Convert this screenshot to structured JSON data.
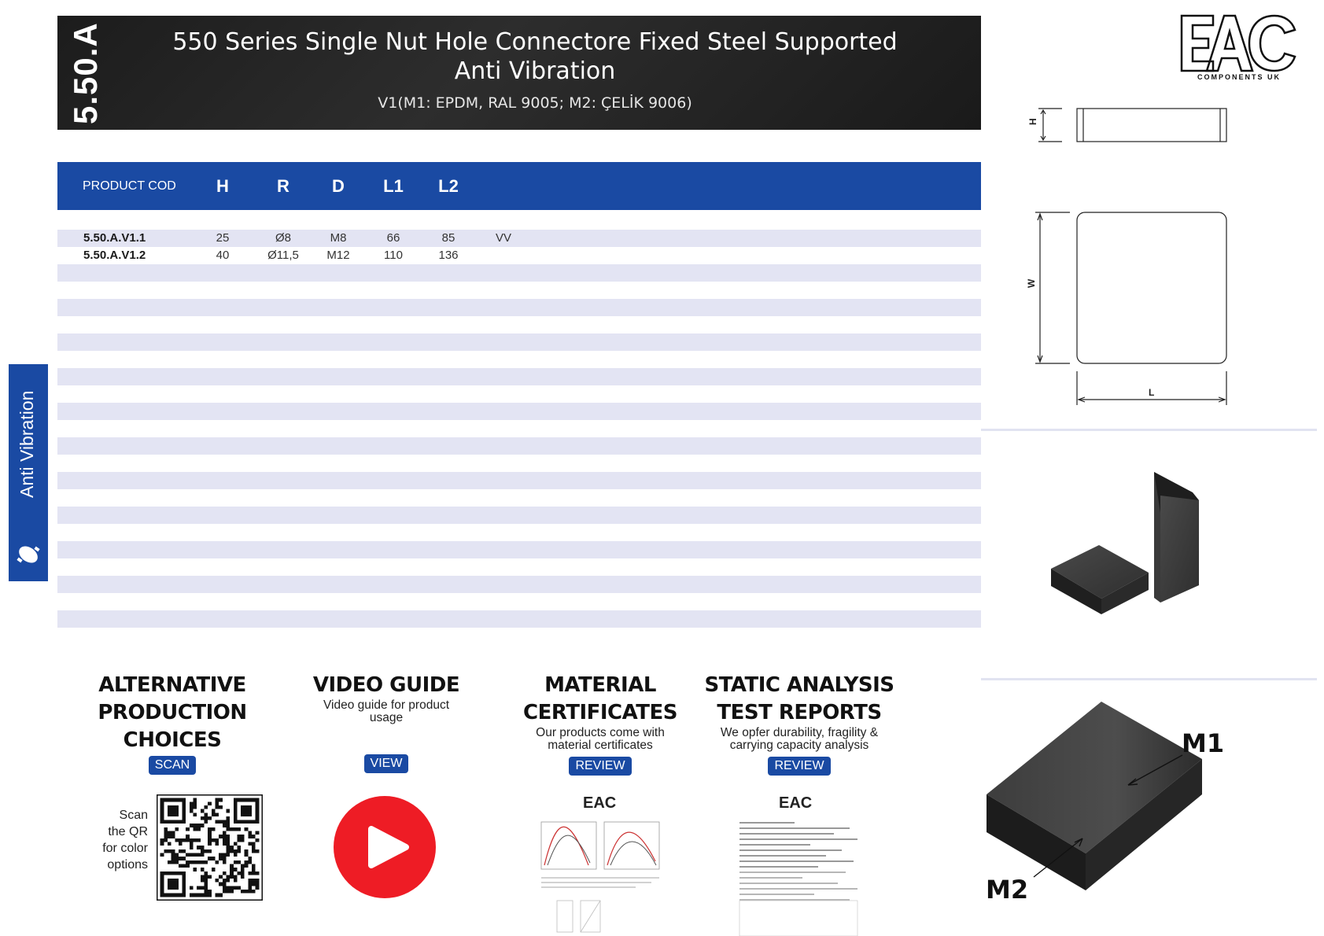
{
  "header": {
    "code": "5.50.A",
    "title_line1": "550 Series Single Nut Hole Connectore Fixed Steel Supported",
    "title_line2": "Anti Vibration",
    "subtitle": "V1(M1: EPDM, RAL 9005; M2: ÇELİK 9006)"
  },
  "logo": {
    "text": "EAC",
    "sub": "COMPONENTS UK"
  },
  "table": {
    "headers": [
      "PRODUCT COD",
      "H",
      "R",
      "D",
      "L1",
      "L2"
    ],
    "rows": [
      {
        "code": "5.50.A.V1.1",
        "H": "25",
        "R": "Ø8",
        "D": "M8",
        "L1": "66",
        "L2": "85",
        "extra": "VV"
      },
      {
        "code": "5.50.A.V1.2",
        "H": "40",
        "R": "Ø11,5",
        "D": "M12",
        "L1": "110",
        "L2": "136",
        "extra": ""
      }
    ]
  },
  "side_tab": {
    "label": "Anti Vibration"
  },
  "blocks": {
    "alt": {
      "title_lines": [
        "ALTERNATIVE",
        "PRODUCTION",
        "CHOICES"
      ],
      "button": "SCAN",
      "qr_text_lines": [
        "Scan",
        "the QR",
        "for color",
        "options"
      ]
    },
    "video": {
      "title": "VIDEO GUIDE",
      "desc": "Video guide for product usage",
      "button": "VIEW"
    },
    "material": {
      "title_lines": [
        "MATERIAL",
        "CERTIFICATES"
      ],
      "desc_lines": [
        "Our products come with",
        "material certificates"
      ],
      "button": "REVIEW"
    },
    "static": {
      "title_lines": [
        "STATIC ANALYSIS",
        "TEST REPORTS"
      ],
      "desc_lines": [
        "We opfer durability, fragility &",
        "carrying capacity analysis"
      ],
      "button": "REVIEW"
    }
  },
  "drawing": {
    "dim_h": "H",
    "dim_w": "W",
    "dim_l": "L"
  },
  "iso_labels": {
    "m1": "M1",
    "m2": "M2"
  },
  "colors": {
    "primary_blue": "#1a4aa3",
    "stripe": "#e3e4f3",
    "header_bg": "#1c1c1c",
    "youtube_red": "#ee1c25"
  }
}
